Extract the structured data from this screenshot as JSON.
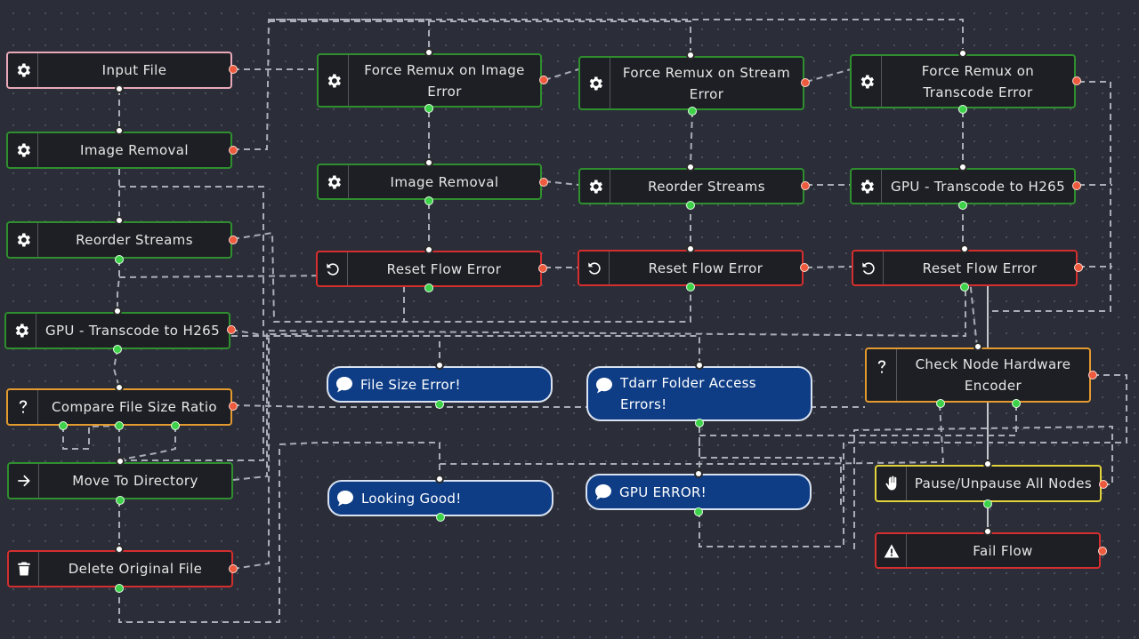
{
  "nodes": {
    "input_file": {
      "label": "Input File",
      "icon": "gear-icon"
    },
    "image_removal_left": {
      "label": "Image Removal",
      "icon": "gear-icon"
    },
    "reorder_streams_left": {
      "label": "Reorder Streams",
      "icon": "gear-icon"
    },
    "gpu_transcode_left": {
      "label": "GPU - Transcode to H265",
      "icon": "gear-icon"
    },
    "compare_file_size": {
      "label": "Compare File Size Ratio",
      "icon": "question-icon"
    },
    "move_to_directory": {
      "label": "Move To Directory",
      "icon": "arrow-right-icon"
    },
    "delete_original": {
      "label": "Delete Original File",
      "icon": "trash-icon"
    },
    "force_remux_image": {
      "label": "Force Remux on Image Error",
      "icon": "gear-icon"
    },
    "force_remux_stream": {
      "label": "Force Remux on Stream Error",
      "icon": "gear-icon"
    },
    "force_remux_transcode": {
      "label": "Force Remux on Transcode Error",
      "icon": "gear-icon"
    },
    "image_removal_mid": {
      "label": "Image Removal",
      "icon": "gear-icon"
    },
    "reorder_streams_mid": {
      "label": "Reorder Streams",
      "icon": "gear-icon"
    },
    "gpu_transcode_right": {
      "label": "GPU - Transcode to H265",
      "icon": "gear-icon"
    },
    "reset_flow_error_1": {
      "label": "Reset Flow Error",
      "icon": "reset-icon"
    },
    "reset_flow_error_2": {
      "label": "Reset Flow Error",
      "icon": "reset-icon"
    },
    "reset_flow_error_3": {
      "label": "Reset Flow Error",
      "icon": "reset-icon"
    },
    "check_node_hw": {
      "label": "Check Node Hardware Encoder",
      "icon": "question-icon"
    },
    "pause_unpause": {
      "label": "Pause/Unpause All Nodes",
      "icon": "hand-icon"
    },
    "fail_flow": {
      "label": "Fail Flow",
      "icon": "warning-icon"
    }
  },
  "messages": {
    "file_size_error": {
      "label": "File Size Error!",
      "icon": "speech-bubble-icon"
    },
    "tdarr_folder_access": {
      "label": "Tdarr Folder Access Errors!",
      "icon": "speech-bubble-icon"
    },
    "looking_good": {
      "label": "Looking Good!",
      "icon": "speech-bubble-icon"
    },
    "gpu_error": {
      "label": "GPU ERROR!",
      "icon": "speech-bubble-icon"
    }
  },
  "colors": {
    "canvas": "#2b2e38",
    "node_bg": "#1e1f24",
    "border_success": "#2f8f2f",
    "border_input": "#e9a9b9",
    "border_condition": "#e39a2e",
    "border_error": "#d42e2e",
    "border_pause": "#e2d33c",
    "message_bg": "#0e3d86",
    "port_success": "#3ed24a",
    "port_error": "#ee5a3d"
  }
}
